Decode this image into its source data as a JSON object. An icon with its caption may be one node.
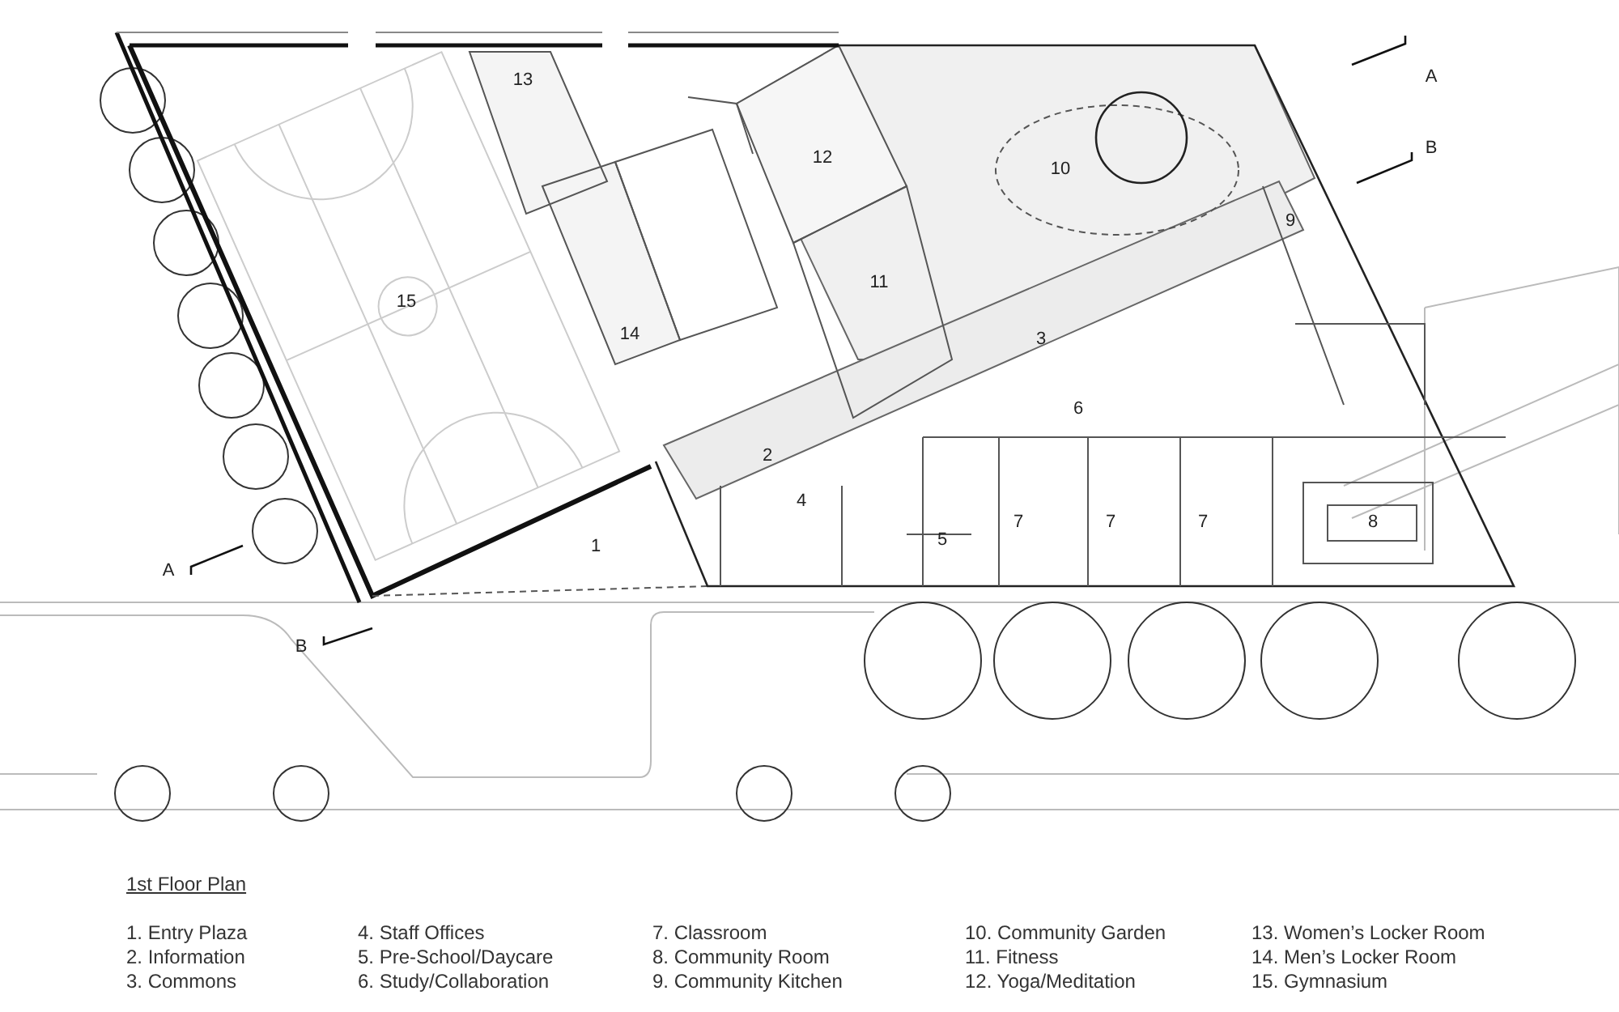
{
  "diagram": {
    "title": "1st Floor Plan",
    "labels": [
      "13",
      "A",
      "12",
      "10",
      "B",
      "9",
      "15",
      "11",
      "14",
      "3",
      "6",
      "2",
      "4",
      "7",
      "7",
      "7",
      "8",
      "1",
      "5",
      "A",
      "B",
      "1. Entry Plaza",
      "2. Information",
      "3. Commons",
      "4. Staff Offices",
      "5. Pre-School/Daycare",
      "6. Study/Collaboration",
      "7. Classroom",
      "8. Community Room",
      "9. Community Kitchen",
      "10. Community Garden",
      "11. Fitness",
      "12. Yoga/Meditation",
      "13. Women’s Locker Room",
      "14. Men’s Locker Room",
      "15. Gymnasium"
    ]
  }
}
